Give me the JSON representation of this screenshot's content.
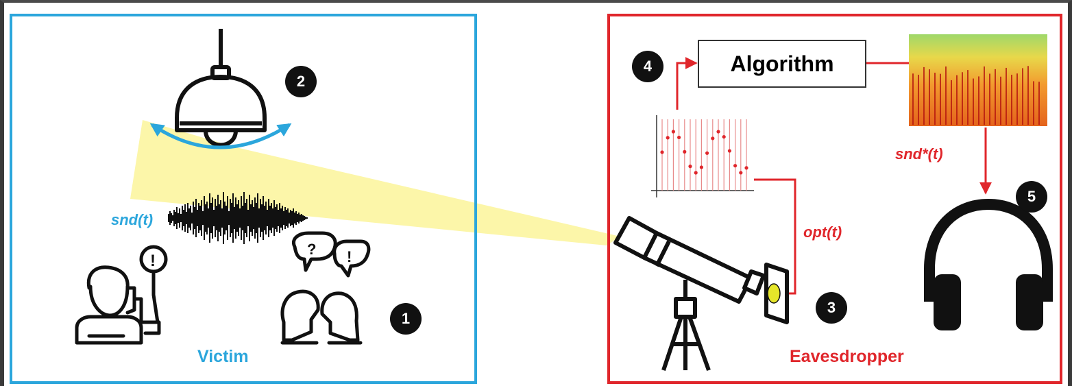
{
  "victim": {
    "label": "Victim",
    "signal_label": "snd(t)",
    "step_badges": {
      "conversation": "1",
      "lamp": "2"
    }
  },
  "eavesdropper": {
    "label": "Eavesdropper",
    "optical_signal_label": "opt(t)",
    "recovered_signal_label": "snd*(t)",
    "algorithm_label": "Algorithm",
    "step_badges": {
      "telescope": "3",
      "algorithm": "4",
      "headphones": "5"
    }
  },
  "speech_bubbles": {
    "question": "?",
    "exclamation": "!"
  },
  "colors": {
    "victim_accent": "#2ba6dc",
    "eavesdropper_accent": "#e0262b",
    "light_beam": "#fbf59a",
    "icon_ink": "#111111"
  }
}
